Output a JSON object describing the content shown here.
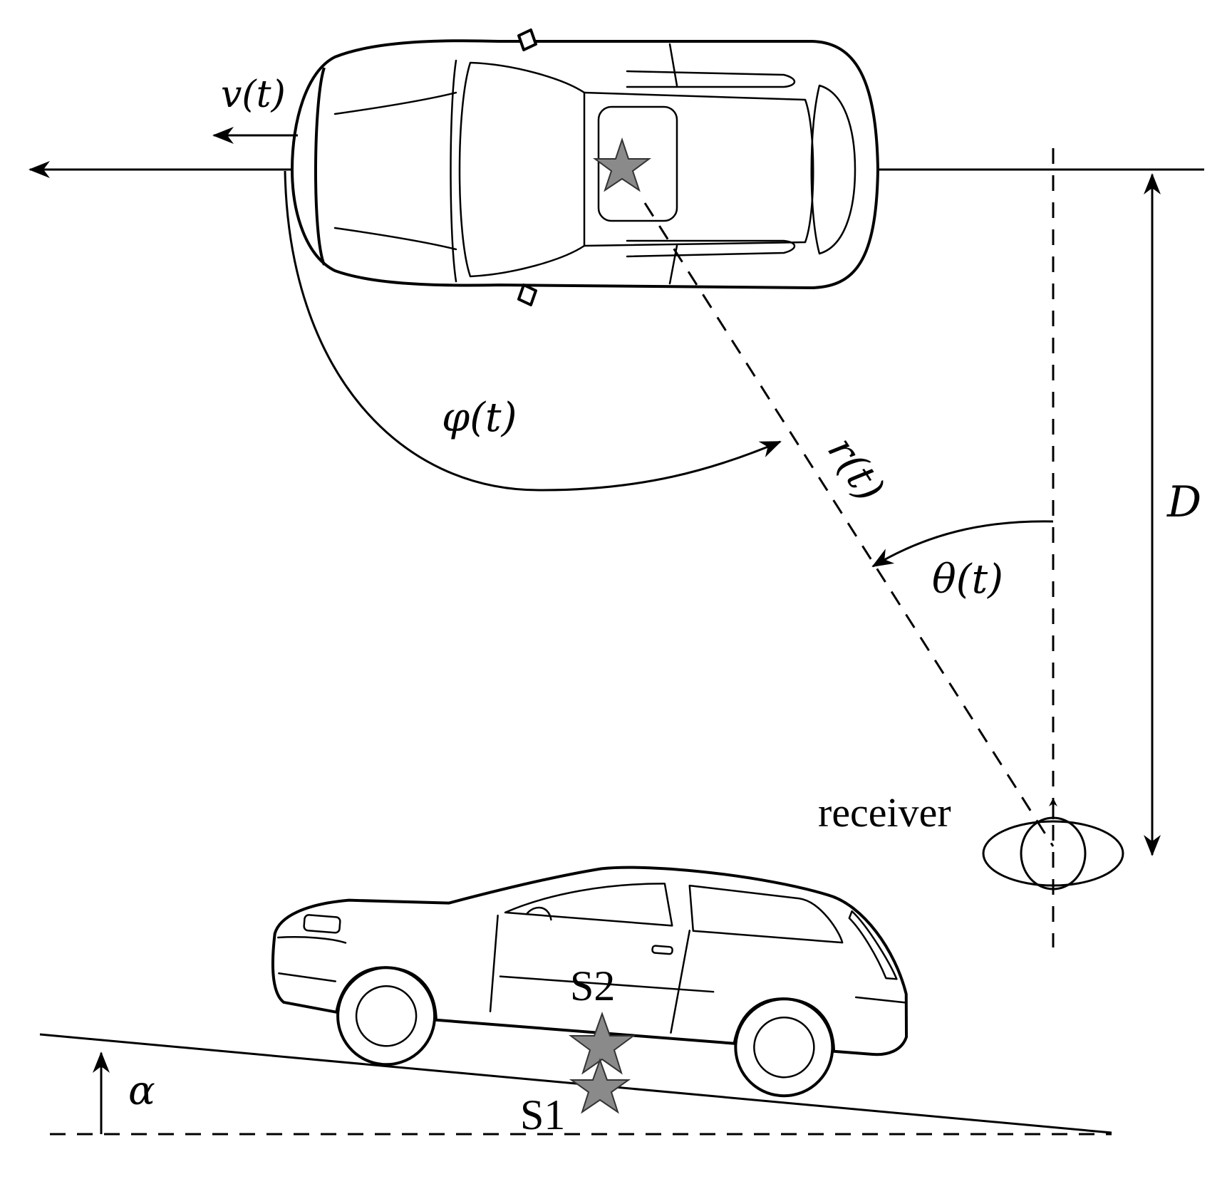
{
  "labels": {
    "velocity": "v(t)",
    "phi": "φ(t)",
    "range": "r(t)",
    "theta": "θ(t)",
    "distance": "D",
    "receiver": "receiver",
    "source2": "S2",
    "source1": "S1",
    "slope": "α"
  },
  "colors": {
    "line": "#000000",
    "star_fill": "#8a8a8a",
    "background": "#ffffff"
  }
}
